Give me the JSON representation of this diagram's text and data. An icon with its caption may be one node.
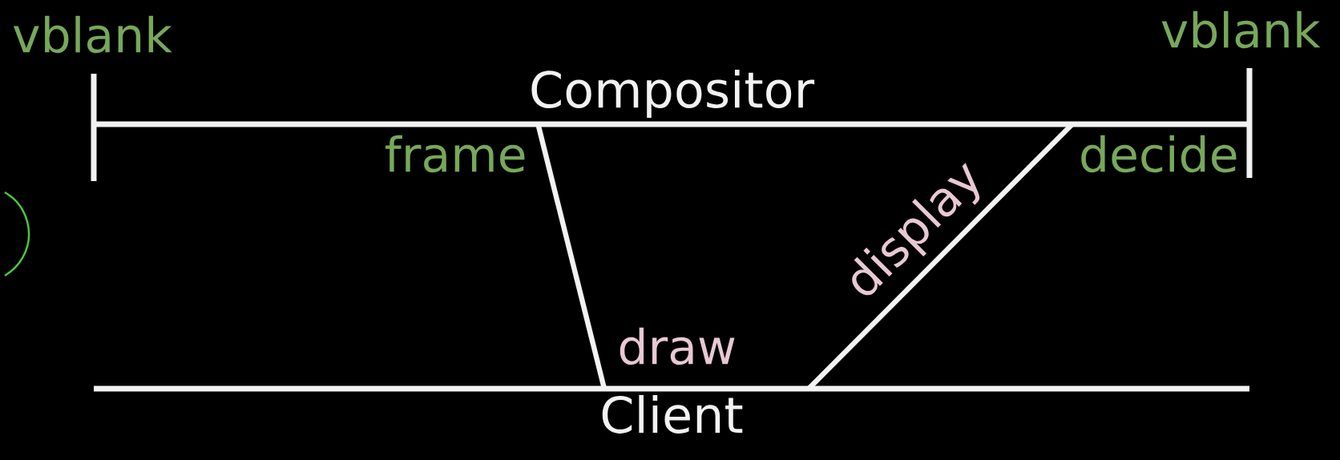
{
  "diagram": {
    "nodes": [
      {
        "text": [
          "Compositor"
        ]
      },
      {
        "text": [
          "Client"
        ]
      }
    ],
    "edges": [
      {
        "from": 0,
        "to": 1,
        "arrow": "none"
      },
      {
        "from": 1,
        "to": 0,
        "arrow": "none",
        "label": "display"
      }
    ],
    "labels": [
      "vblank",
      "vblank",
      "frame",
      "decide",
      "draw"
    ]
  }
}
